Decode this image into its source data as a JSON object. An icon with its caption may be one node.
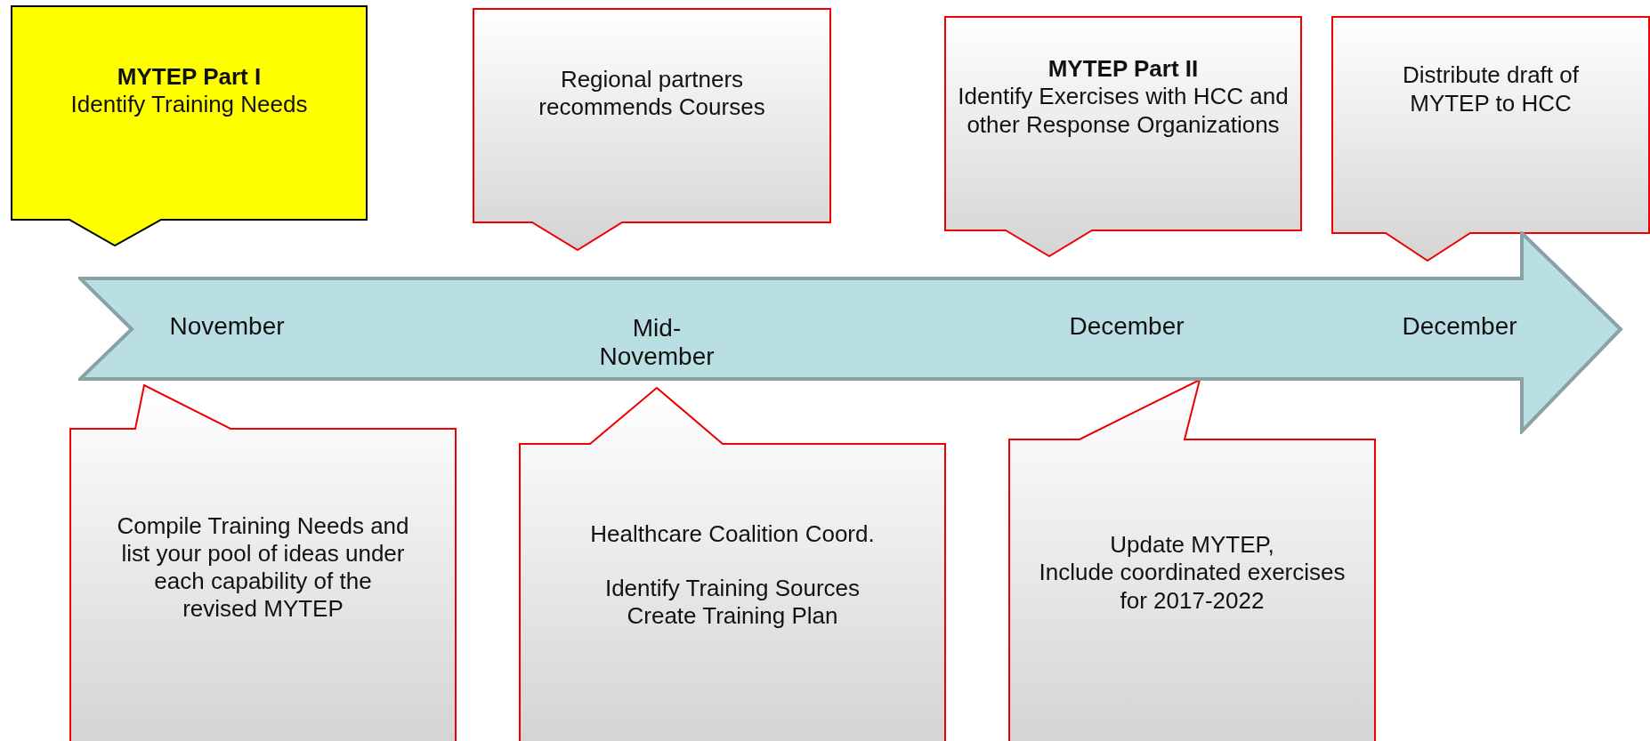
{
  "diagram": {
    "nodes": [
      {
        "text": [
          "MYTEP Part I",
          "Identify Training Needs"
        ]
      },
      {
        "text": [
          "Regional partners recommends Courses"
        ]
      },
      {
        "text": [
          "MYTEP Part II",
          "Identify Exercises with HCC and other Response Organizations"
        ]
      },
      {
        "text": [
          "Distribute draft of MYTEP to HCC"
        ]
      },
      {
        "text": [
          "November",
          "Mid-November",
          "December",
          "December"
        ]
      },
      {
        "text": [
          "Compile Training Needs and list your pool of ideas under each capability of the revised MYTEP"
        ]
      },
      {
        "text": [
          "Healthcare Coalition Coord.",
          "Identify Training Sources",
          "Create Training Plan"
        ]
      },
      {
        "text": [
          "Update MYTEP,",
          "Include coordinated exercises for 2017-2022"
        ]
      }
    ]
  }
}
